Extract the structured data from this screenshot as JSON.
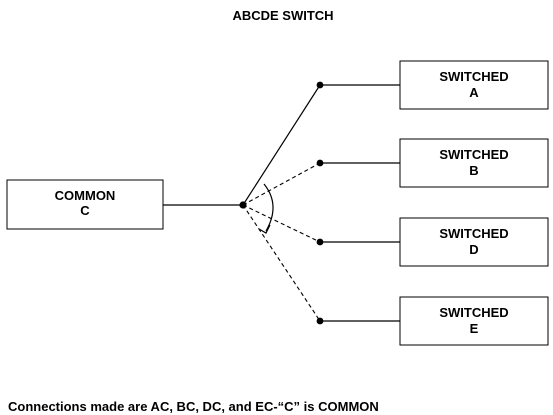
{
  "title": "ABCDE SWITCH",
  "common": {
    "line1": "COMMON",
    "line2": "C"
  },
  "outputs": [
    {
      "line1": "SWITCHED",
      "line2": "A",
      "connection": "solid"
    },
    {
      "line1": "SWITCHED",
      "line2": "B",
      "connection": "dashed"
    },
    {
      "line1": "SWITCHED",
      "line2": "D",
      "connection": "dashed"
    },
    {
      "line1": "SWITCHED",
      "line2": "E",
      "connection": "dashed"
    }
  ],
  "caption": "Connections made are AC, BC, DC, and EC-“C” is COMMON"
}
